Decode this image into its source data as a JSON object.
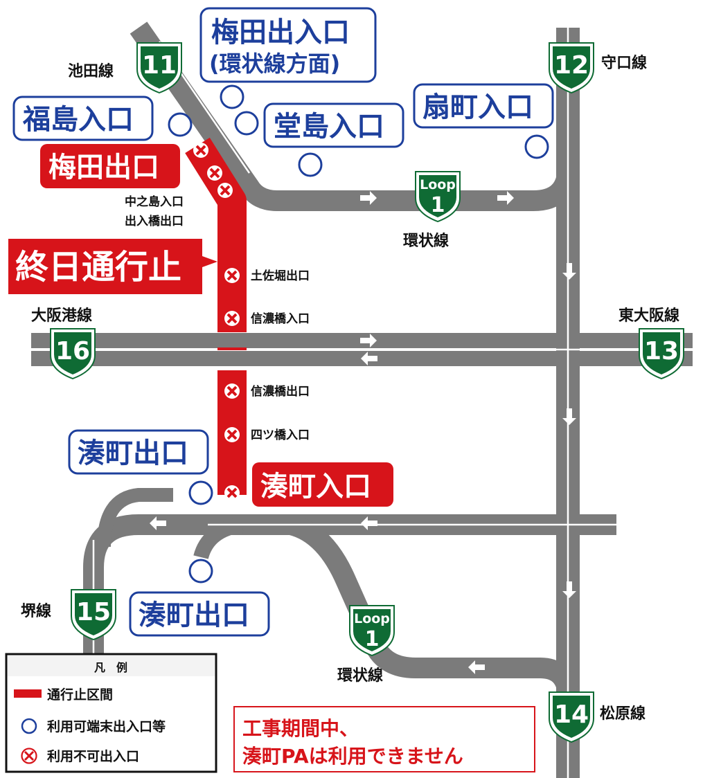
{
  "routes": {
    "r11": {
      "number": "11",
      "name": "池田線"
    },
    "r12": {
      "number": "12",
      "name": "守口線"
    },
    "r13": {
      "number": "13",
      "name": "東大阪線"
    },
    "r14": {
      "number": "14",
      "name": "松原線"
    },
    "r15": {
      "number": "15",
      "name": "堺線"
    },
    "r16": {
      "number": "16",
      "name": "大阪港線"
    },
    "loop_upper": {
      "loop": "Loop",
      "number": "1",
      "name": "環状線"
    },
    "loop_lower": {
      "loop": "Loop",
      "number": "1",
      "name": "環状線"
    }
  },
  "ramps_available": {
    "umeda_in_line1": "梅田出入口",
    "umeda_in_line2": "(環状線方面)",
    "fukushima": "福島入口",
    "dojima": "堂島入口",
    "ogimachi": "扇町入口",
    "minatomachi_exit_a": "湊町出口",
    "minatomachi_exit_b": "湊町出口"
  },
  "ramps_closed": {
    "umeda_exit": "梅田出口",
    "minatomachi_in": "湊町入口",
    "nakanoshima": "中之島入口",
    "demibashi": "出入橋出口",
    "tosabori": "土佐堀出口",
    "shinanobashi_in": "信濃橋入口",
    "shinanobashi_out": "信濃橋出口",
    "yotsubashi": "四ツ橋入口"
  },
  "closure_callout": "終日通行止",
  "notice": {
    "line1": "工事期間中、",
    "line2": "湊町PAは利用できません"
  },
  "legend": {
    "title": "凡　例",
    "closed_section": "通行止区間",
    "available": "利用可端末出入口等",
    "unavailable": "利用不可出入口"
  },
  "colors": {
    "road": "#7b7b7b",
    "closure": "#d7141a",
    "shield": "#0f6b34",
    "blue": "#1d3f9c"
  }
}
